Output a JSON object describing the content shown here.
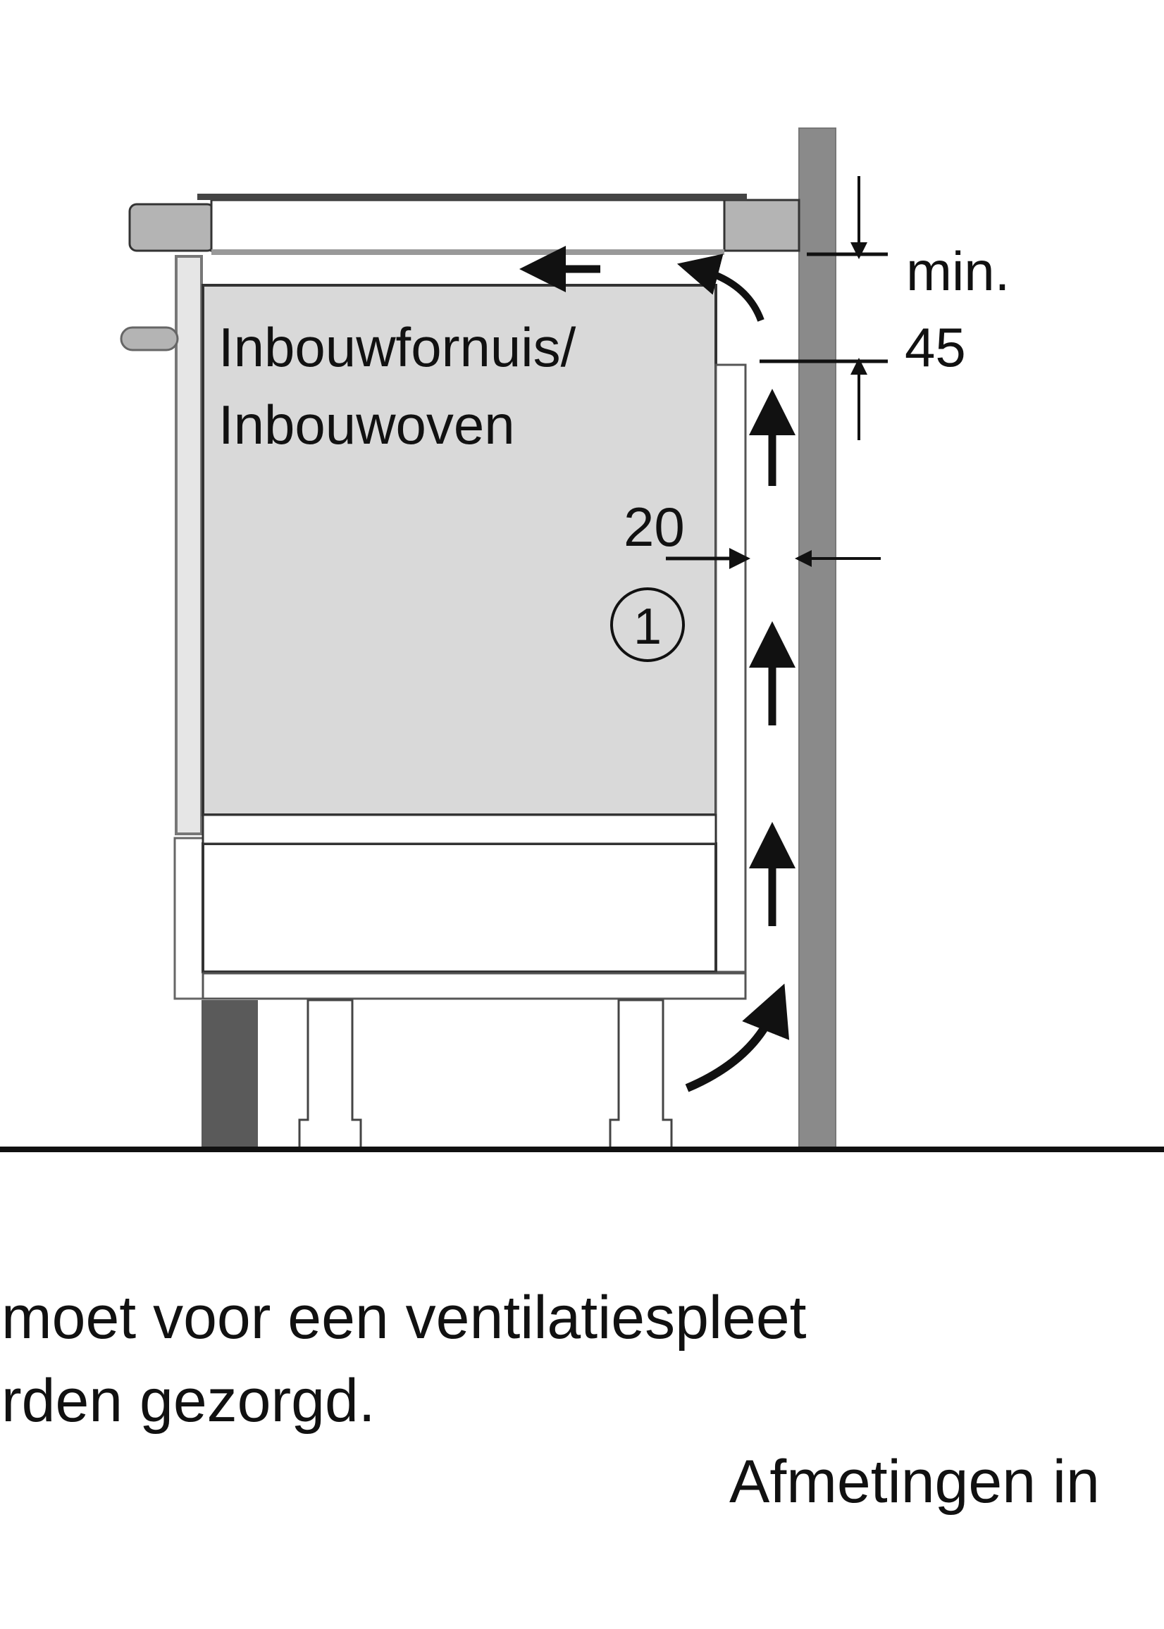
{
  "diagram": {
    "appliance_label_line1": "Inbouwfornuis/",
    "appliance_label_line2": "Inbouwoven",
    "callout_number": "1",
    "gap_dimension": "20",
    "clearance_label_line1": "min.",
    "clearance_label_line2": "45",
    "colors": {
      "appliance_fill": "#d9d9d9",
      "worktop_fill": "#b4b4b4",
      "wall_fill": "#8a8a8a",
      "plinth_fill": "#5a5a5a",
      "line": "#111111"
    },
    "airflow_arrows": [
      "arrow-left-top",
      "arrow-curved-top",
      "arrow-up-1",
      "arrow-up-2",
      "arrow-up-3",
      "arrow-curved-bottom"
    ]
  },
  "caption": {
    "line1": "moet voor een ventilatiespleet",
    "line2": "rden gezorgd.",
    "units_note": "Afmetingen in"
  }
}
